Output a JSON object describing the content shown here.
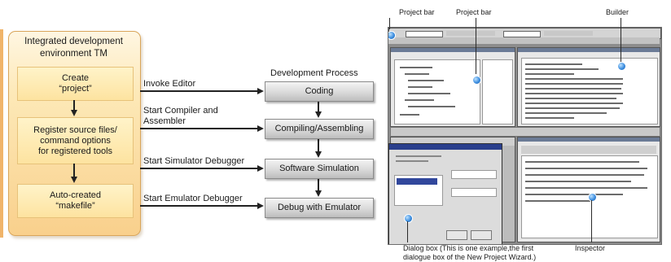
{
  "ide": {
    "title_line1": "Integrated development",
    "title_line2": "environment TM",
    "steps": [
      {
        "line1": "Create",
        "line2": "“project”",
        "line3": ""
      },
      {
        "line1": "Register source files/",
        "line2": "command options",
        "line3": "for registered tools"
      },
      {
        "line1": "Auto-created",
        "line2": "“makefile”",
        "line3": ""
      }
    ]
  },
  "actions": [
    {
      "line1": "Invoke Editor",
      "line2": ""
    },
    {
      "line1": "Start Compiler and",
      "line2": "Assembler"
    },
    {
      "line1": "Start Simulator Debugger",
      "line2": ""
    },
    {
      "line1": "Start Emulator Debugger",
      "line2": ""
    }
  ],
  "process": {
    "heading": "Development Process",
    "steps": [
      "Coding",
      "Compiling/Assembling",
      "Software Simulation",
      "Debug with Emulator"
    ]
  },
  "screenshot": {
    "callouts": {
      "project_bar_1": "Project bar",
      "project_bar_2": "Project bar",
      "builder": "Builder",
      "dialog_line1": "Dialog box (This is one example,the first",
      "dialog_line2": "dialogue box of the New Project Wizard.)",
      "inspector": "Inspector"
    }
  },
  "colors": {
    "ide_panel": "#f9d08c",
    "process_box": "#d9d9d9",
    "callout_dot": "#3d8ee0"
  }
}
